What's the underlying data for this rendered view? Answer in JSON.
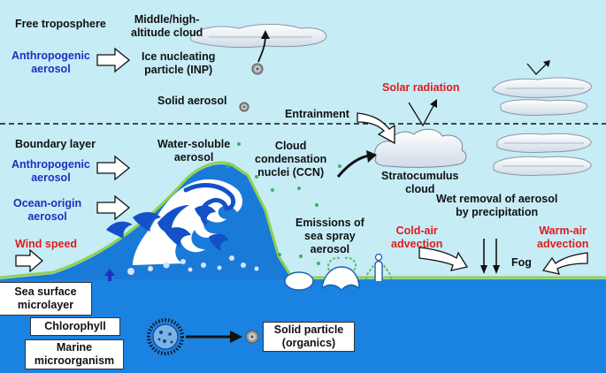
{
  "labels": {
    "free_troposphere": "Free troposphere",
    "middle_high_cloud": "Middle/high-\naltitude cloud",
    "anthropogenic_aerosol_top": "Anthropogenic\naerosol",
    "inp": "Ice nucleating\nparticle (INP)",
    "solid_aerosol": "Solid aerosol",
    "solar_radiation": "Solar radiation",
    "entrainment": "Entrainment",
    "boundary_layer": "Boundary layer",
    "water_soluble": "Water-soluble\naerosol",
    "ccn": "Cloud\ncondensation\nnuclei (CCN)",
    "stratocumulus": "Stratocumulus\ncloud",
    "anthropogenic_aerosol_bl": "Anthropogenic\naerosol",
    "ocean_origin": "Ocean-origin\naerosol",
    "wet_removal": "Wet removal of aerosol\nby precipitation",
    "wind_speed": "Wind speed",
    "sea_spray": "Emissions of\nsea spray\naerosol",
    "cold_air": "Cold-air\nadvection",
    "warm_air": "Warm-air\nadvection",
    "fog": "Fog",
    "sea_surface": "Sea surface\nmicrolayer",
    "chlorophyll": "Chlorophyll",
    "marine_micro": "Marine\nmicroorganism",
    "solid_particle": "Solid particle\n(organics)"
  },
  "colors": {
    "sky": "#c6ecf6",
    "ocean": "#1a82e0",
    "ocean_deep": "#1d6fd0",
    "microlayer": "#8fd14f",
    "label_blue": "#1f2fbf",
    "label_red": "#e01b1b",
    "cloud": "#f5f8fa"
  }
}
